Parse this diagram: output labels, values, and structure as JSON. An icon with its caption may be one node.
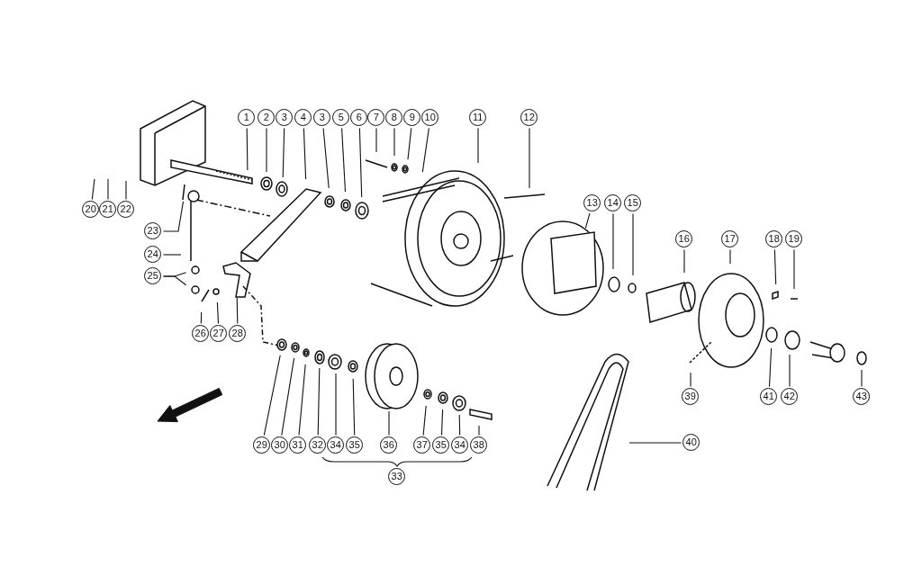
{
  "diagram": {
    "nodes": [
      {
        "text": [
          "1"
        ]
      },
      {
        "text": [
          "2"
        ]
      },
      {
        "text": [
          "3"
        ]
      },
      {
        "text": [
          "4"
        ]
      },
      {
        "text": [
          "3"
        ]
      },
      {
        "text": [
          "5"
        ]
      },
      {
        "text": [
          "6"
        ]
      },
      {
        "text": [
          "7"
        ]
      },
      {
        "text": [
          "8"
        ]
      },
      {
        "text": [
          "9"
        ]
      },
      {
        "text": [
          "10"
        ]
      },
      {
        "text": [
          "11"
        ]
      },
      {
        "text": [
          "12"
        ]
      },
      {
        "text": [
          "20"
        ]
      },
      {
        "text": [
          "21"
        ]
      },
      {
        "text": [
          "22"
        ]
      },
      {
        "text": [
          "13"
        ]
      },
      {
        "text": [
          "14"
        ]
      },
      {
        "text": [
          "15"
        ]
      },
      {
        "text": [
          "23"
        ]
      },
      {
        "text": [
          "24"
        ]
      },
      {
        "text": [
          "16"
        ]
      },
      {
        "text": [
          "17"
        ]
      },
      {
        "text": [
          "18"
        ]
      },
      {
        "text": [
          "19"
        ]
      },
      {
        "text": [
          "25"
        ]
      },
      {
        "text": [
          "26"
        ]
      },
      {
        "text": [
          "27"
        ]
      },
      {
        "text": [
          "28"
        ]
      },
      {
        "text": [
          "39"
        ]
      },
      {
        "text": [
          "41"
        ]
      },
      {
        "text": [
          "42"
        ]
      },
      {
        "text": [
          "43"
        ]
      },
      {
        "text": [
          "40"
        ]
      },
      {
        "text": [
          "29"
        ]
      },
      {
        "text": [
          "30"
        ]
      },
      {
        "text": [
          "31"
        ]
      },
      {
        "text": [
          "32"
        ]
      },
      {
        "text": [
          "34"
        ]
      },
      {
        "text": [
          "35"
        ]
      },
      {
        "text": [
          "36"
        ]
      },
      {
        "text": [
          "37"
        ]
      },
      {
        "text": [
          "35"
        ]
      },
      {
        "text": [
          "34"
        ]
      },
      {
        "text": [
          "38"
        ]
      },
      {
        "text": [
          "33"
        ]
      }
    ],
    "edges": [
      {
        "from": 0,
        "to": null,
        "arrow": "none"
      },
      {
        "from": 1,
        "to": null,
        "arrow": "none"
      },
      {
        "from": 2,
        "to": null,
        "arrow": "none"
      },
      {
        "from": 3,
        "to": null,
        "arrow": "none"
      },
      {
        "from": 4,
        "to": null,
        "arrow": "none"
      },
      {
        "from": 5,
        "to": null,
        "arrow": "none"
      },
      {
        "from": 6,
        "to": null,
        "arrow": "none"
      },
      {
        "from": 7,
        "to": null,
        "arrow": "none"
      },
      {
        "from": 8,
        "to": null,
        "arrow": "none"
      },
      {
        "from": 9,
        "to": null,
        "arrow": "none"
      },
      {
        "from": 10,
        "to": null,
        "arrow": "none"
      },
      {
        "from": 11,
        "to": null,
        "arrow": "none"
      },
      {
        "from": 12,
        "to": null,
        "arrow": "none"
      },
      {
        "from": 13,
        "to": null,
        "arrow": "none"
      },
      {
        "from": 14,
        "to": null,
        "arrow": "none"
      },
      {
        "from": 15,
        "to": null,
        "arrow": "none"
      },
      {
        "from": 16,
        "to": null,
        "arrow": "none"
      },
      {
        "from": 17,
        "to": null,
        "arrow": "none"
      },
      {
        "from": 18,
        "to": null,
        "arrow": "none"
      },
      {
        "from": 19,
        "to": null,
        "arrow": "none"
      },
      {
        "from": 20,
        "to": null,
        "arrow": "none"
      },
      {
        "from": 21,
        "to": null,
        "arrow": "none"
      },
      {
        "from": 22,
        "to": null,
        "arrow": "none"
      },
      {
        "from": 23,
        "to": null,
        "arrow": "none"
      },
      {
        "from": 24,
        "to": null,
        "arrow": "none"
      },
      {
        "from": 25,
        "to": null,
        "arrow": "none"
      },
      {
        "from": 25,
        "to": null,
        "arrow": "none"
      },
      {
        "from": 26,
        "to": null,
        "arrow": "none"
      },
      {
        "from": 27,
        "to": null,
        "arrow": "none"
      },
      {
        "from": 28,
        "to": null,
        "arrow": "none"
      },
      {
        "from": 29,
        "to": null,
        "arrow": "none"
      },
      {
        "from": 30,
        "to": null,
        "arrow": "none"
      },
      {
        "from": 31,
        "to": null,
        "arrow": "none"
      },
      {
        "from": 32,
        "to": null,
        "arrow": "none"
      },
      {
        "from": 33,
        "to": null,
        "arrow": "none"
      },
      {
        "from": 34,
        "to": null,
        "arrow": "none"
      },
      {
        "from": 35,
        "to": null,
        "arrow": "none"
      },
      {
        "from": 36,
        "to": null,
        "arrow": "none"
      },
      {
        "from": 37,
        "to": null,
        "arrow": "none"
      },
      {
        "from": 38,
        "to": null,
        "arrow": "none"
      },
      {
        "from": 39,
        "to": null,
        "arrow": "none"
      },
      {
        "from": 40,
        "to": null,
        "arrow": "none"
      },
      {
        "from": 41,
        "to": null,
        "arrow": "none"
      },
      {
        "from": 42,
        "to": null,
        "arrow": "none"
      },
      {
        "from": 43,
        "to": null,
        "arrow": "none"
      },
      {
        "from": 44,
        "to": null,
        "arrow": "none"
      }
    ]
  }
}
